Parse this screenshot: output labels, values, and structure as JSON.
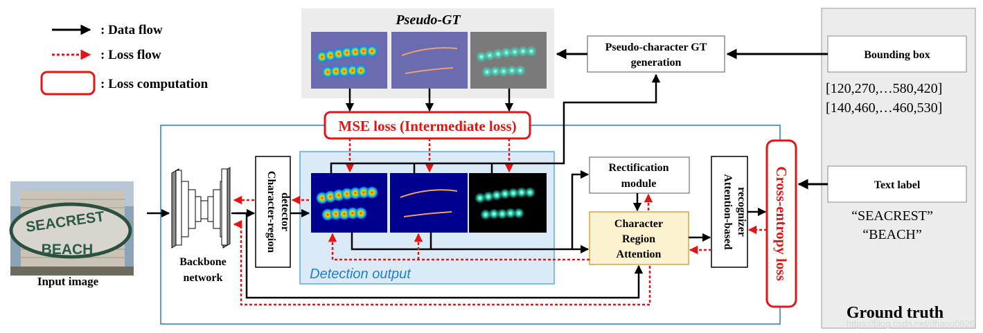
{
  "legend": {
    "data_flow": ": Data flow",
    "loss_flow": ": Loss flow",
    "loss_computation": ": Loss computation"
  },
  "pseudo_gt": {
    "title": "Pseudo-GT"
  },
  "pseudo_char_gt": {
    "line1": "Pseudo-character GT",
    "line2": "generation"
  },
  "ground_truth": {
    "title": "Ground truth",
    "bbox_label": "Bounding box",
    "bbox_values": [
      "[120,270,…580,420]",
      "[140,460,…460,530]"
    ],
    "text_label": "Text label",
    "text_values": [
      "“SEACREST”",
      "“BEACH”"
    ]
  },
  "mse_loss": "MSE loss (Intermediate loss)",
  "input": {
    "label": "Input image",
    "sign_top": "SEACREST",
    "sign_bottom": "BEACH"
  },
  "backbone": {
    "line1": "Backbone",
    "line2": "network"
  },
  "detector": {
    "line1": "Character-region",
    "line2": "detector"
  },
  "detection_output": "Detection output",
  "rectification": {
    "line1": "Rectification",
    "line2": "module"
  },
  "cra": {
    "line1": "Character",
    "line2": "Region",
    "line3": "Attention"
  },
  "recognizer": {
    "line1": "Attention-based",
    "line2": "recognizer"
  },
  "cross_entropy": "Cross-entropy loss",
  "watermark": "https://blog.csdn.net/dhaoo0826",
  "colors": {
    "loss": "#e31414",
    "data": "#000000",
    "detection_bg": "#dbeaf7",
    "detection_border": "#5ba9e0",
    "outer_border": "#5b9bd5",
    "cra_bg": "#fdf2cf",
    "cra_border": "#d9a441",
    "pseudo_bg": "#ececec",
    "gt_bg": "#ececec"
  }
}
